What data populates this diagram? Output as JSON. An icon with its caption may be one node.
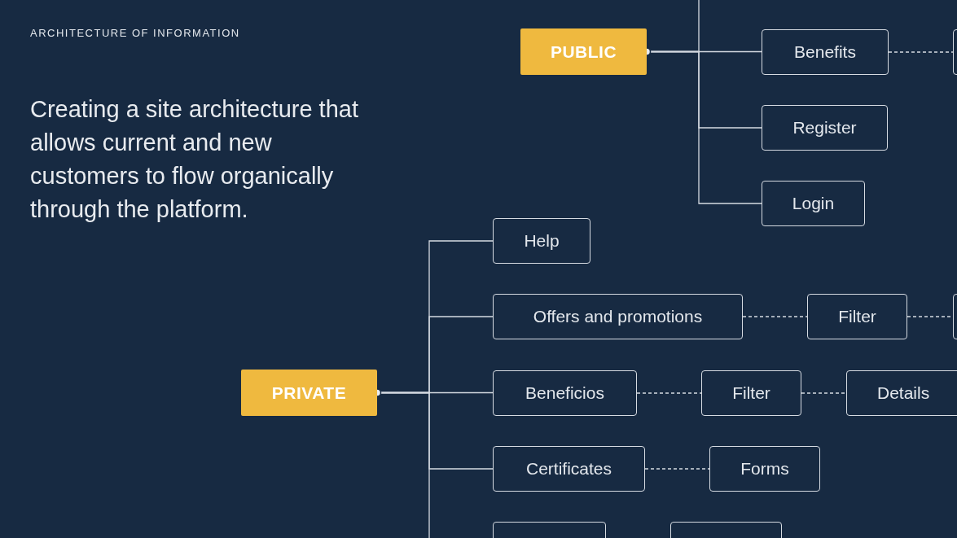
{
  "diagram": {
    "title": "ARCHITECTURE OF INFORMATION",
    "nodes": [
      {
        "text": [
          "PUBLIC"
        ]
      },
      {
        "text": [
          "Benefits"
        ]
      },
      {
        "text": [],
        "shape": "box"
      },
      {
        "text": [
          "Register"
        ]
      },
      {
        "text": [
          "Login"
        ]
      },
      {
        "text": [
          "PRIVATE"
        ]
      },
      {
        "text": [
          "Help"
        ]
      },
      {
        "text": [
          "Offers and promotions"
        ]
      },
      {
        "text": [
          "Filter"
        ]
      },
      {
        "text": [],
        "shape": "box"
      },
      {
        "text": [
          "Beneficios"
        ]
      },
      {
        "text": [
          "Filter"
        ]
      },
      {
        "text": [
          "Details"
        ]
      },
      {
        "text": [
          "Certificates"
        ]
      },
      {
        "text": [
          "Forms"
        ]
      },
      {
        "text": [],
        "shape": "box"
      },
      {
        "text": [],
        "shape": "box"
      }
    ],
    "edges": [
      {
        "from": 0,
        "to": 1,
        "arrow": "other"
      },
      {
        "from": 0,
        "to": 3,
        "arrow": "other"
      },
      {
        "from": 0,
        "to": 4,
        "arrow": "other"
      },
      {
        "from": 0,
        "to": null,
        "arrow": "other"
      },
      {
        "from": 1,
        "to": 2,
        "arrow": "none",
        "style": "dashed"
      },
      {
        "from": 5,
        "to": 6,
        "arrow": "other"
      },
      {
        "from": 5,
        "to": 7,
        "arrow": "other"
      },
      {
        "from": 5,
        "to": 10,
        "arrow": "other"
      },
      {
        "from": 5,
        "to": 13,
        "arrow": "other"
      },
      {
        "from": 5,
        "to": null,
        "arrow": "other"
      },
      {
        "from": 7,
        "to": 8,
        "arrow": "none",
        "style": "dashed"
      },
      {
        "from": 8,
        "to": 9,
        "arrow": "none",
        "style": "dashed"
      },
      {
        "from": 10,
        "to": 11,
        "arrow": "none",
        "style": "dashed"
      },
      {
        "from": 11,
        "to": 12,
        "arrow": "none",
        "style": "dashed"
      },
      {
        "from": 13,
        "to": 14,
        "arrow": "none",
        "style": "dashed"
      }
    ],
    "labels": [
      "Creating a site architecture that allows current and new customers to flow organically through the platform."
    ]
  }
}
